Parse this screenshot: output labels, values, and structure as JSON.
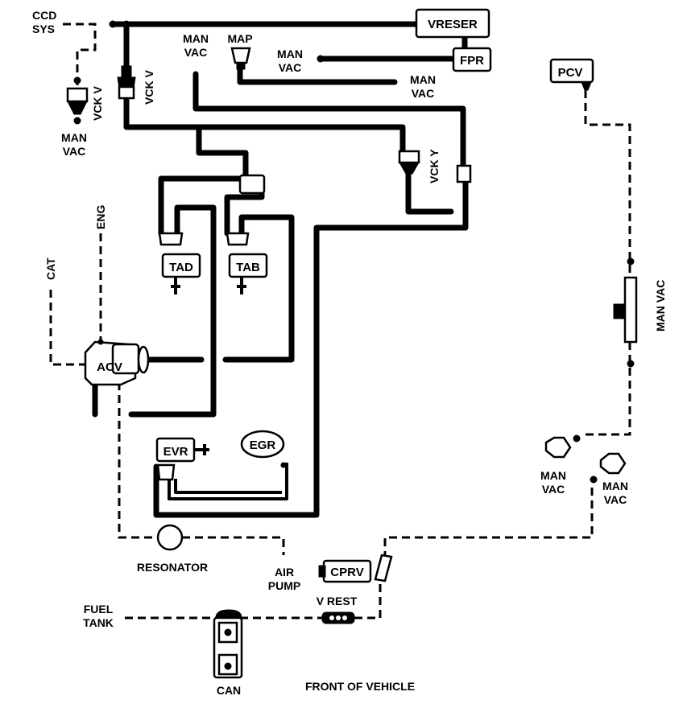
{
  "labels": {
    "ccd_sys_1": "CCD",
    "ccd_sys_2": "SYS",
    "vreser": "VRESER",
    "fpr": "FPR",
    "man_vac_top_1": "MAN",
    "man_vac_top_2": "VAC",
    "map": "MAP",
    "man_vac_fpr_1": "MAN",
    "man_vac_fpr_2": "VAC",
    "man_vac_map_1": "MAN",
    "man_vac_map_2": "VAC",
    "vck_v_left": "VCK V",
    "man_vac_left_1": "MAN",
    "man_vac_left_2": "VAC",
    "vck_v_center": "VCK V",
    "vck_y": "VCK Y",
    "pcv": "PCV",
    "eng": "ENG",
    "cat": "CAT",
    "tad": "TAD",
    "tab": "TAB",
    "acv": "ACV",
    "man_vac_right": "MAN VAC",
    "evr": "EVR",
    "egr": "EGR",
    "man_vac_r1_1": "MAN",
    "man_vac_r1_2": "VAC",
    "man_vac_r2_1": "MAN",
    "man_vac_r2_2": "VAC",
    "resonator": "RESONATOR",
    "air_pump_1": "AIR",
    "air_pump_2": "PUMP",
    "cprv": "CPRV",
    "fuel_tank_1": "FUEL",
    "fuel_tank_2": "TANK",
    "v_rest": "V REST",
    "can": "CAN",
    "front_of_vehicle": "FRONT OF VEHICLE"
  }
}
